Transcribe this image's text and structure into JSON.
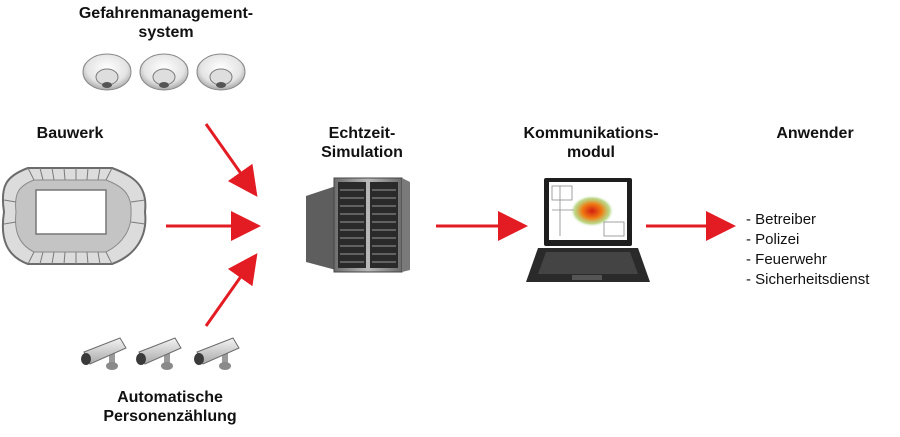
{
  "labels": {
    "hazard_line1": "Gefahrenmanagement-",
    "hazard_line2": "system",
    "building": "Bauwerk",
    "sim_line1": "Echtzeit-",
    "sim_line2": "Simulation",
    "comm_line1": "Kommunikations-",
    "comm_line2": "modul",
    "users": "Anwender",
    "count_line1": "Automatische",
    "count_line2": "Personenzählung"
  },
  "user_list": [
    "- Betreiber",
    "- Polizei",
    "- Feuerwehr",
    "- Sicherheitsdienst"
  ],
  "colors": {
    "arrow": "#e31b23",
    "text": "#111111"
  },
  "icons": [
    "smoke-detector-icon",
    "stadium-icon",
    "server-rack-icon",
    "laptop-icon",
    "security-camera-icon"
  ]
}
